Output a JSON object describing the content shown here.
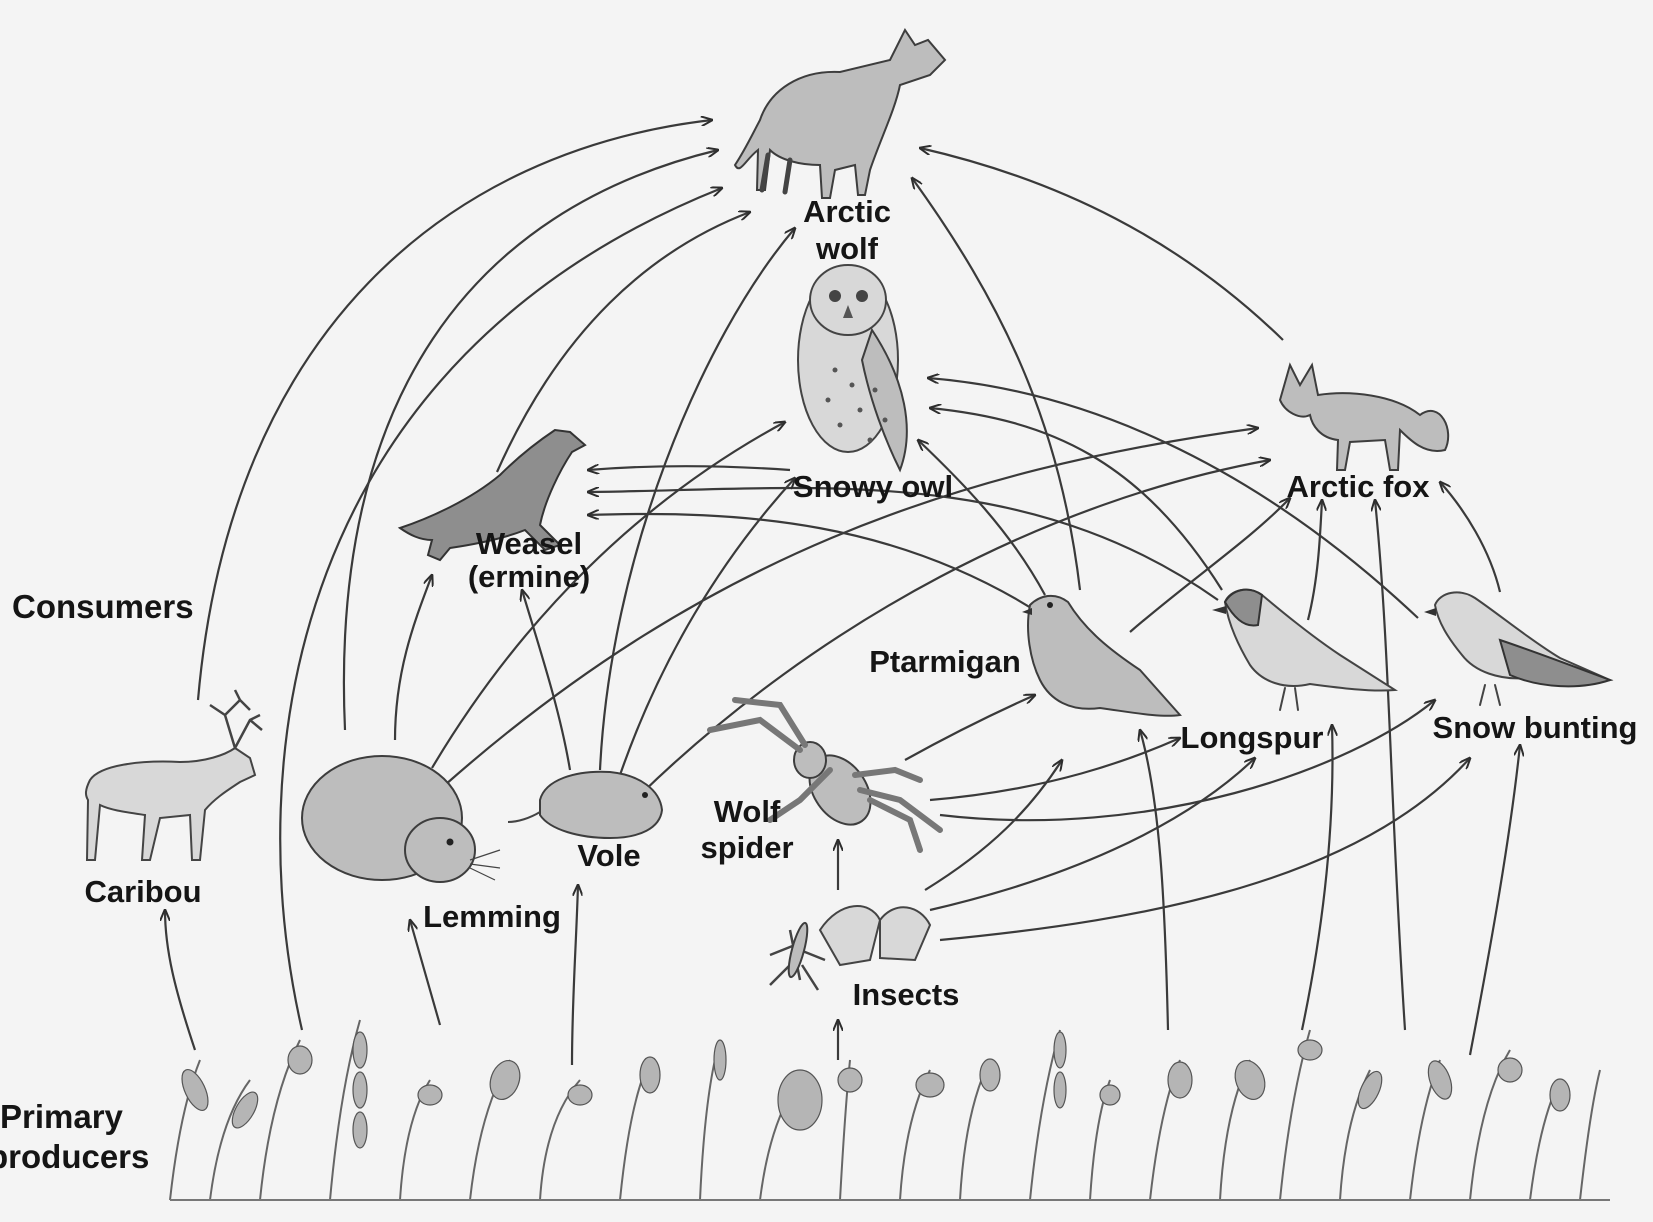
{
  "levels": {
    "consumers": "Consumers",
    "primary_producers_line1": "Primary",
    "primary_producers_line2": "producers"
  },
  "organisms": {
    "arctic_wolf_line1": "Arctic",
    "arctic_wolf_line2": "wolf",
    "snowy_owl": "Snowy owl",
    "arctic_fox": "Arctic fox",
    "weasel_line1": "Weasel",
    "weasel_line2": "(ermine)",
    "ptarmigan": "Ptarmigan",
    "longspur": "Longspur",
    "snow_bunting": "Snow bunting",
    "caribou": "Caribou",
    "lemming": "Lemming",
    "vole": "Vole",
    "wolf_spider_line1": "Wolf",
    "wolf_spider_line2": "spider",
    "insects": "Insects"
  },
  "feeding_links": [
    {
      "from": "Primary producers",
      "to": "Caribou"
    },
    {
      "from": "Primary producers",
      "to": "Lemming"
    },
    {
      "from": "Primary producers",
      "to": "Vole"
    },
    {
      "from": "Primary producers",
      "to": "Insects"
    },
    {
      "from": "Primary producers",
      "to": "Ptarmigan"
    },
    {
      "from": "Primary producers",
      "to": "Longspur"
    },
    {
      "from": "Primary producers",
      "to": "Snow bunting"
    },
    {
      "from": "Primary producers",
      "to": "Arctic fox"
    },
    {
      "from": "Primary producers",
      "to": "Arctic wolf"
    },
    {
      "from": "Insects",
      "to": "Wolf spider"
    },
    {
      "from": "Insects",
      "to": "Ptarmigan"
    },
    {
      "from": "Insects",
      "to": "Longspur"
    },
    {
      "from": "Insects",
      "to": "Snow bunting"
    },
    {
      "from": "Wolf spider",
      "to": "Ptarmigan"
    },
    {
      "from": "Wolf spider",
      "to": "Longspur"
    },
    {
      "from": "Wolf spider",
      "to": "Snow bunting"
    },
    {
      "from": "Caribou",
      "to": "Arctic wolf"
    },
    {
      "from": "Lemming",
      "to": "Arctic wolf"
    },
    {
      "from": "Lemming",
      "to": "Weasel (ermine)"
    },
    {
      "from": "Lemming",
      "to": "Snowy owl"
    },
    {
      "from": "Lemming",
      "to": "Arctic fox"
    },
    {
      "from": "Vole",
      "to": "Weasel (ermine)"
    },
    {
      "from": "Vole",
      "to": "Arctic wolf"
    },
    {
      "from": "Vole",
      "to": "Snowy owl"
    },
    {
      "from": "Vole",
      "to": "Arctic fox"
    },
    {
      "from": "Weasel (ermine)",
      "to": "Arctic wolf"
    },
    {
      "from": "Snowy owl",
      "to": "Weasel (ermine)"
    },
    {
      "from": "Ptarmigan",
      "to": "Weasel (ermine)"
    },
    {
      "from": "Ptarmigan",
      "to": "Snowy owl"
    },
    {
      "from": "Ptarmigan",
      "to": "Arctic wolf"
    },
    {
      "from": "Ptarmigan",
      "to": "Arctic fox"
    },
    {
      "from": "Longspur",
      "to": "Weasel (ermine)"
    },
    {
      "from": "Longspur",
      "to": "Snowy owl"
    },
    {
      "from": "Longspur",
      "to": "Arctic fox"
    },
    {
      "from": "Snow bunting",
      "to": "Snowy owl"
    },
    {
      "from": "Snow bunting",
      "to": "Arctic fox"
    },
    {
      "from": "Arctic fox",
      "to": "Arctic wolf"
    }
  ]
}
